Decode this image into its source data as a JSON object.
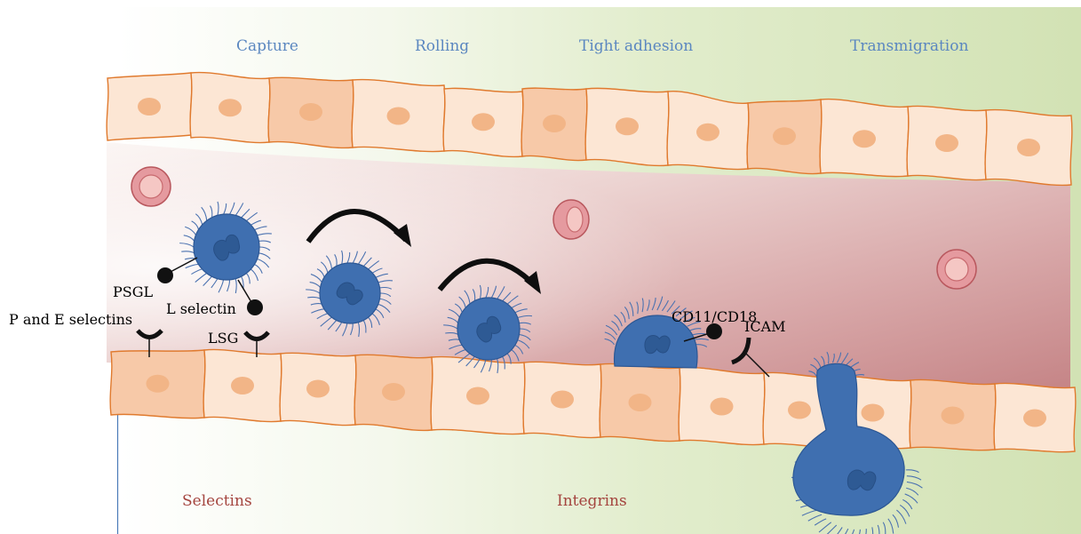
{
  "stages": {
    "capture": "Capture",
    "rolling": "Rolling",
    "tight_adhesion": "Tight adhesion",
    "transmigration": "Transmigration"
  },
  "molecules": {
    "psgl": "PSGL",
    "l_selectin": "L selectin",
    "p_and_e_selectins": "P and E selectins",
    "lsg": "LSG",
    "cd11_cd18": "CD11/CD18",
    "icam": "ICAM"
  },
  "families": {
    "selectins": "Selectins",
    "integrins": "Integrins"
  },
  "colors": {
    "stage_label": "#5b87c0",
    "family_label": "#a4443e",
    "leukocyte": "#3f6fb0",
    "leukocyte_nucleus": "#2e5a94",
    "cell_fill_light": "#fce6d4",
    "cell_fill_dark": "#f7c9a8",
    "cell_outline": "#e07a2e",
    "cell_nucleus": "#f2b587",
    "red_blood_cell": "#e6999f",
    "vessel_lumen_dark": "#c98a8d",
    "background_green": "#d4e3b6"
  },
  "icons": [
    "red-blood-cell-icon",
    "leukocyte-icon",
    "rolling-arrow-icon",
    "receptor-ligand-icon"
  ]
}
